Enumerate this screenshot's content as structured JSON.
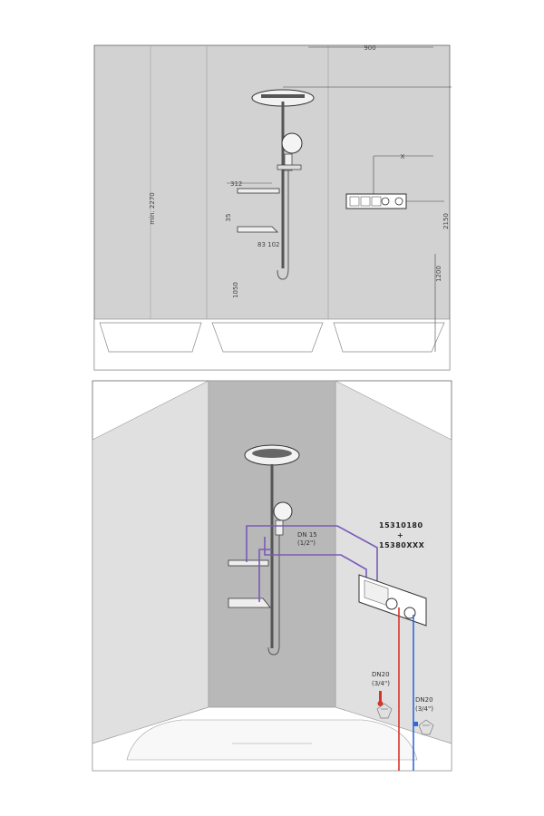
{
  "elevation": {
    "dims": {
      "total_width": "900",
      "mixer_offset": "X",
      "height_min": "min. 2270",
      "rail_height": "2150",
      "mixer_height": "1200",
      "base_height": "1050",
      "shelf_width": "312",
      "shelf_depth": "35",
      "shelf_small": "83 102"
    }
  },
  "perspective": {
    "part_numbers": [
      "15310180",
      "+",
      "15380XXX"
    ],
    "pipe_top_label": [
      "DN 15",
      "(1/2\")"
    ],
    "hot_supply_label": [
      "DN20",
      "(3/4\")"
    ],
    "cold_supply_label": [
      "DN20",
      "(3/4\")"
    ]
  },
  "colors": {
    "wall_light": "#e3e3e3",
    "wall_mid": "#c8c8c8",
    "wall_dark": "#b0b0b0",
    "pipe_purple": "#7a5ab8",
    "hot_red": "#d8342c",
    "cold_blue": "#2f6ad8"
  }
}
